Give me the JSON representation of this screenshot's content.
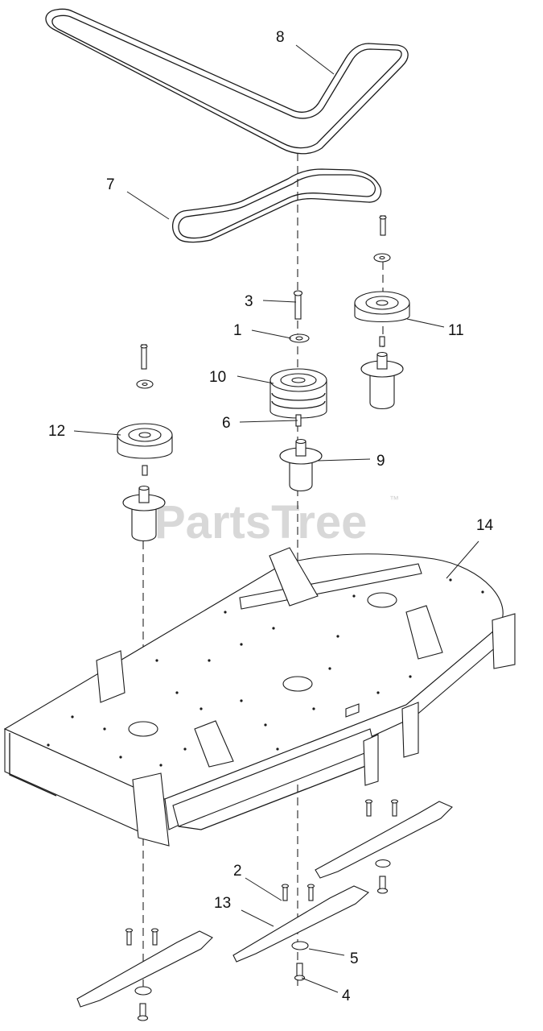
{
  "watermark": {
    "text": "PartsTree",
    "mark": "™"
  },
  "callouts": [
    {
      "id": "8",
      "label": "8"
    },
    {
      "id": "7",
      "label": "7"
    },
    {
      "id": "3",
      "label": "3"
    },
    {
      "id": "1",
      "label": "1"
    },
    {
      "id": "11",
      "label": "11"
    },
    {
      "id": "10",
      "label": "10"
    },
    {
      "id": "6",
      "label": "6"
    },
    {
      "id": "12",
      "label": "12"
    },
    {
      "id": "9",
      "label": "9"
    },
    {
      "id": "14",
      "label": "14"
    },
    {
      "id": "2",
      "label": "2"
    },
    {
      "id": "13",
      "label": "13"
    },
    {
      "id": "5",
      "label": "5"
    },
    {
      "id": "4",
      "label": "4"
    }
  ]
}
